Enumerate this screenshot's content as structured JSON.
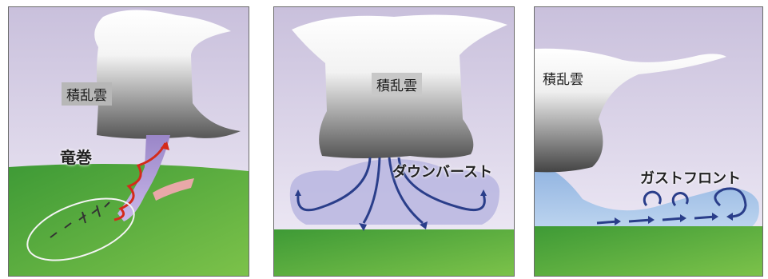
{
  "panels": [
    {
      "cloud_label": "積乱雲",
      "phenomenon_label": "竜巻"
    },
    {
      "cloud_label": "積乱雲",
      "phenomenon_label": "ダウンバースト"
    },
    {
      "cloud_label": "積乱雲",
      "phenomenon_label": "ガストフロント"
    }
  ],
  "colors": {
    "sky_top": "#c9c0dc",
    "sky_bottom": "#f2eef8",
    "ground": "#4aa83c",
    "cloud_top": "#ffffff",
    "cloud_bottom": "#4a4a4a",
    "arrow_blue": "#2a3e8a",
    "tornado_red": "#d42a1a",
    "cold_air": "#a8c6e8"
  }
}
